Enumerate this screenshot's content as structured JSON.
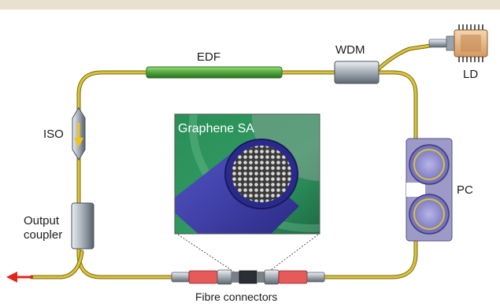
{
  "labels": {
    "edf": "EDF",
    "wdm": "WDM",
    "ld": "LD",
    "iso": "ISO",
    "pc": "PC",
    "output_coupler_line1": "Output",
    "output_coupler_line2": "coupler",
    "fibre_connectors": "Fibre connectors",
    "inset_title": "Graphene SA"
  },
  "colors": {
    "top_band": "#e9e1cf",
    "fibre": "#c9b024",
    "fibre_edge": "#7a6a10",
    "edf": "#4ea83c",
    "inset_bg": "#2f9a62",
    "fibre_core": "#3b3aa8",
    "output_arrow": "#e0251b"
  }
}
